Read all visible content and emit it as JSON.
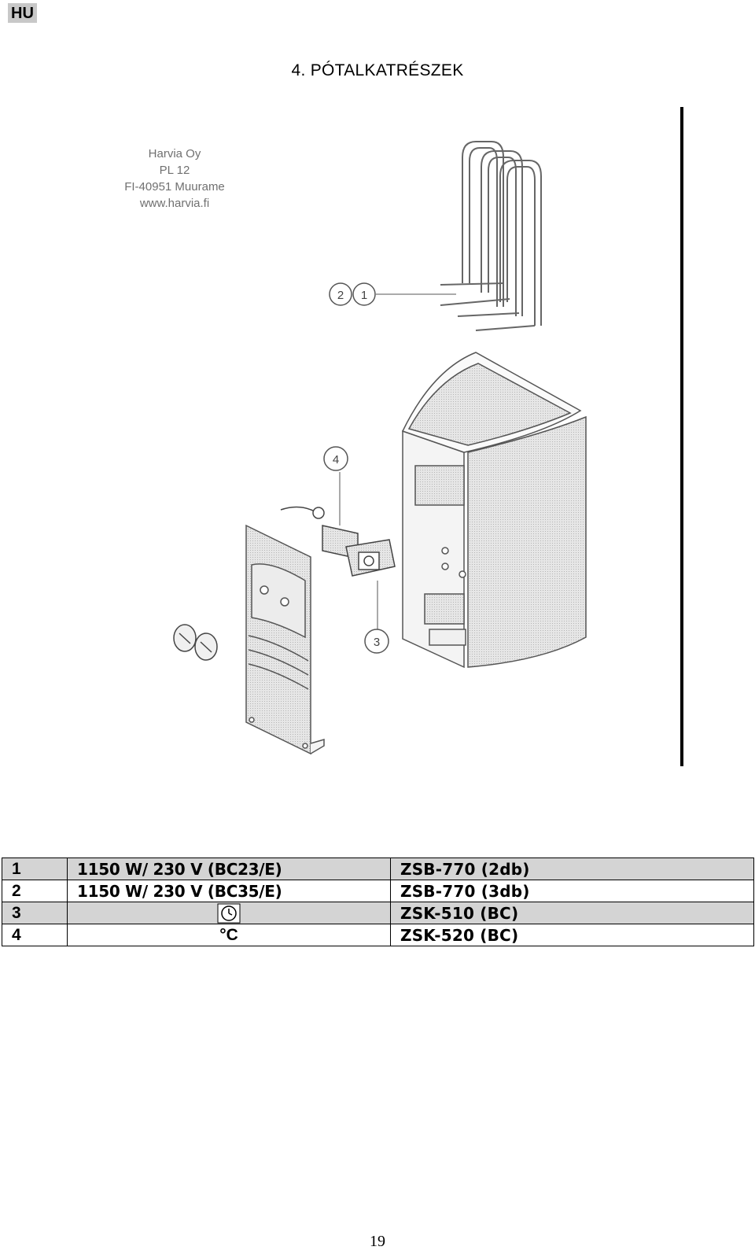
{
  "header": {
    "lang_tag": "HU",
    "title": "4. PÓTALKATRÉSZEK"
  },
  "figure": {
    "address_lines": [
      "Harvia Oy",
      "PL 12",
      "FI-40951 Muurame",
      "www.harvia.fi"
    ],
    "callouts": {
      "c1": "1",
      "c2": "2",
      "c3": "3",
      "c4": "4"
    }
  },
  "parts": [
    {
      "no": "1",
      "desc": "1150 W/ 230 V (BC23/E)",
      "code": "ZSB-770 (2db)"
    },
    {
      "no": "2",
      "desc": "1150 W/ 230 V (BC35/E)",
      "code": "ZSB-770 (3db)"
    },
    {
      "no": "3",
      "desc_icon": "clock-icon",
      "code": "ZSK-510 (BC)"
    },
    {
      "no": "4",
      "desc": "°C",
      "code": "ZSK-520 (BC)"
    }
  ],
  "footer": {
    "page_number": "19"
  }
}
